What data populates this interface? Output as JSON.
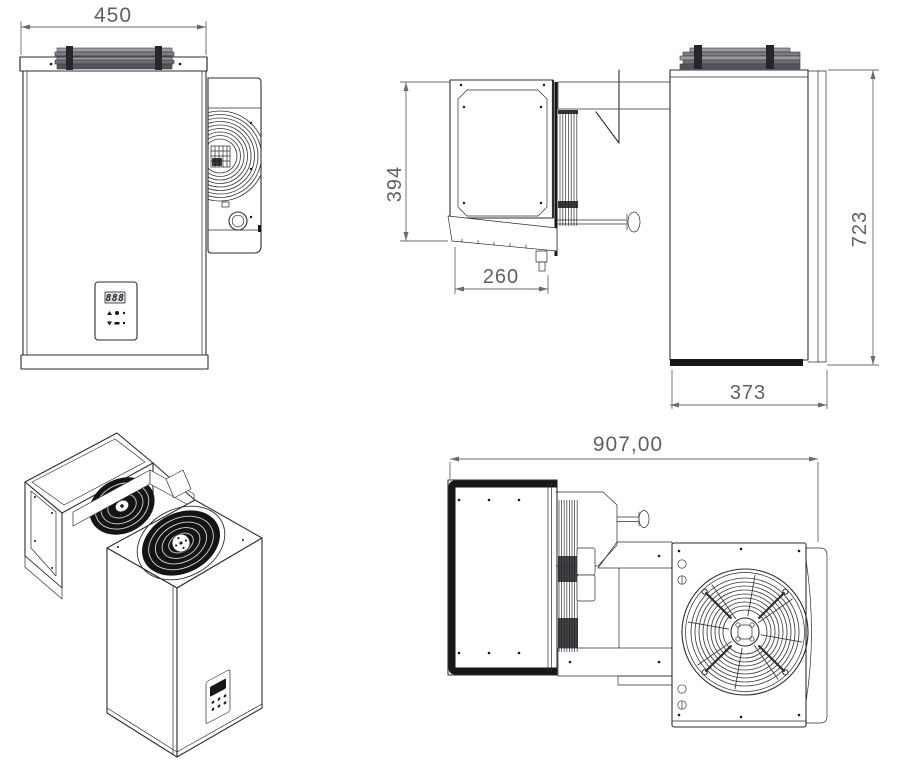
{
  "drawing": {
    "dimensions": {
      "front_width": "450",
      "evaporator_height": "394",
      "evaporator_depth": "260",
      "overall_height": "723",
      "condenser_depth": "373",
      "overall_length": "907,00"
    },
    "control_panel": {
      "display_value": "888"
    },
    "colors": {
      "background": "#ffffff",
      "line": "#2d2d34",
      "dimension": "#6b6b72",
      "dark_fill": "#17171a",
      "fin_gray": "#9a9aa0"
    }
  }
}
